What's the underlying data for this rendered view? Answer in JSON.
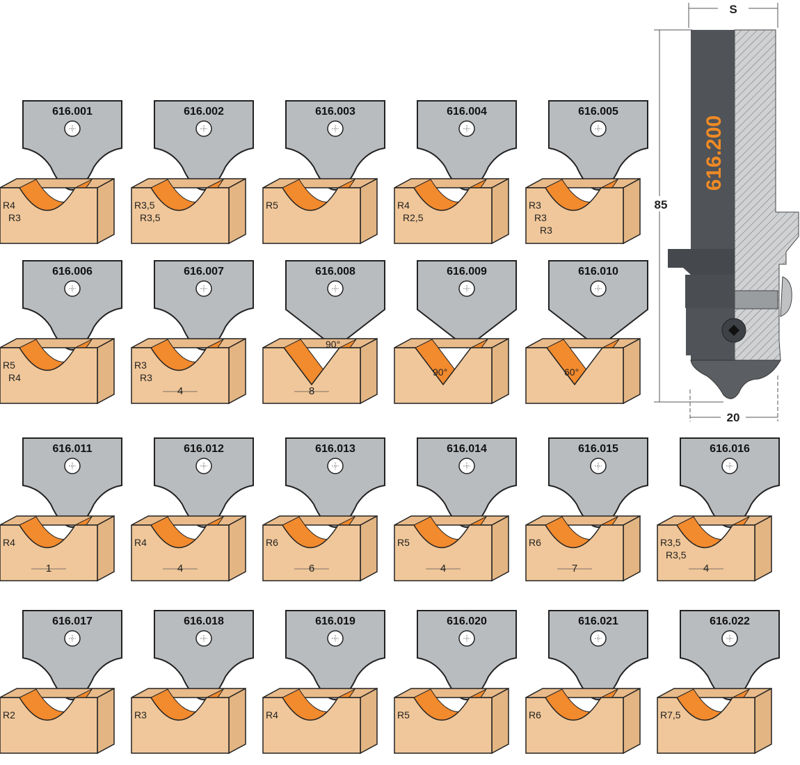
{
  "items": [
    {
      "code": "616.001",
      "shape": "curve",
      "labels": [
        {
          "text": "R4",
          "kind": "radius"
        },
        {
          "text": "R3",
          "kind": "radius"
        }
      ]
    },
    {
      "code": "616.002",
      "shape": "curve",
      "labels": [
        {
          "text": "R3,5",
          "kind": "radius"
        },
        {
          "text": "R3,5",
          "kind": "radius"
        }
      ]
    },
    {
      "code": "616.003",
      "shape": "curve",
      "labels": [
        {
          "text": "R5",
          "kind": "radius"
        }
      ]
    },
    {
      "code": "616.004",
      "shape": "curve",
      "labels": [
        {
          "text": "R4",
          "kind": "radius"
        },
        {
          "text": "R2,5",
          "kind": "radius"
        }
      ]
    },
    {
      "code": "616.005",
      "shape": "curve",
      "labels": [
        {
          "text": "R3",
          "kind": "radius"
        },
        {
          "text": "R3",
          "kind": "radius"
        },
        {
          "text": "R3",
          "kind": "radius"
        }
      ]
    },
    {
      "code": "616.006",
      "shape": "curve",
      "labels": [
        {
          "text": "R5",
          "kind": "radius"
        },
        {
          "text": "R4",
          "kind": "radius"
        }
      ]
    },
    {
      "code": "616.007",
      "shape": "curve",
      "labels": [
        {
          "text": "R3",
          "kind": "radius"
        },
        {
          "text": "R3",
          "kind": "radius"
        },
        {
          "text": "4",
          "kind": "width"
        }
      ]
    },
    {
      "code": "616.008",
      "shape": "v",
      "labels": [
        {
          "text": "90°",
          "kind": "angle"
        },
        {
          "text": "8",
          "kind": "width"
        }
      ]
    },
    {
      "code": "616.009",
      "shape": "v",
      "labels": [
        {
          "text": "90°",
          "kind": "angle"
        }
      ]
    },
    {
      "code": "616.010",
      "shape": "v",
      "labels": [
        {
          "text": "60°",
          "kind": "angle"
        }
      ]
    },
    {
      "code": "616.011",
      "shape": "curve",
      "labels": [
        {
          "text": "R4",
          "kind": "radius"
        },
        {
          "text": "1",
          "kind": "width"
        }
      ]
    },
    {
      "code": "616.012",
      "shape": "curve",
      "labels": [
        {
          "text": "R4",
          "kind": "radius"
        },
        {
          "text": "4",
          "kind": "width"
        }
      ]
    },
    {
      "code": "616.013",
      "shape": "curve",
      "labels": [
        {
          "text": "R6",
          "kind": "radius"
        },
        {
          "text": "6",
          "kind": "width"
        }
      ]
    },
    {
      "code": "616.014",
      "shape": "curve",
      "labels": [
        {
          "text": "R5",
          "kind": "radius"
        },
        {
          "text": "4",
          "kind": "width"
        }
      ]
    },
    {
      "code": "616.015",
      "shape": "curve",
      "labels": [
        {
          "text": "R6",
          "kind": "radius"
        },
        {
          "text": "7",
          "kind": "width"
        }
      ]
    },
    {
      "code": "616.016",
      "shape": "curve",
      "labels": [
        {
          "text": "R3,5",
          "kind": "radius"
        },
        {
          "text": "R3,5",
          "kind": "radius"
        },
        {
          "text": "4",
          "kind": "width"
        }
      ]
    },
    {
      "code": "616.017",
      "shape": "curve",
      "labels": [
        {
          "text": "R2",
          "kind": "radius"
        }
      ]
    },
    {
      "code": "616.018",
      "shape": "curve",
      "labels": [
        {
          "text": "R3",
          "kind": "radius"
        }
      ]
    },
    {
      "code": "616.019",
      "shape": "curve",
      "labels": [
        {
          "text": "R4",
          "kind": "radius"
        }
      ]
    },
    {
      "code": "616.020",
      "shape": "curve",
      "labels": [
        {
          "text": "R5",
          "kind": "radius"
        }
      ]
    },
    {
      "code": "616.021",
      "shape": "curve",
      "labels": [
        {
          "text": "R6",
          "kind": "radius"
        }
      ]
    },
    {
      "code": "616.022",
      "shape": "curve",
      "labels": [
        {
          "text": "R7,5",
          "kind": "radius"
        }
      ]
    }
  ],
  "holder": {
    "code": "616.200",
    "dim_s": "S",
    "dim_height": "85",
    "dim_diameter": "20"
  },
  "colors": {
    "blade": "#b9bcbf",
    "blade_edge": "#222",
    "wood": "#f0c79a",
    "wood_top": "#e9bb8a",
    "cut": "#f28a2e",
    "holder": "#505357",
    "accent": "#f08a24"
  }
}
